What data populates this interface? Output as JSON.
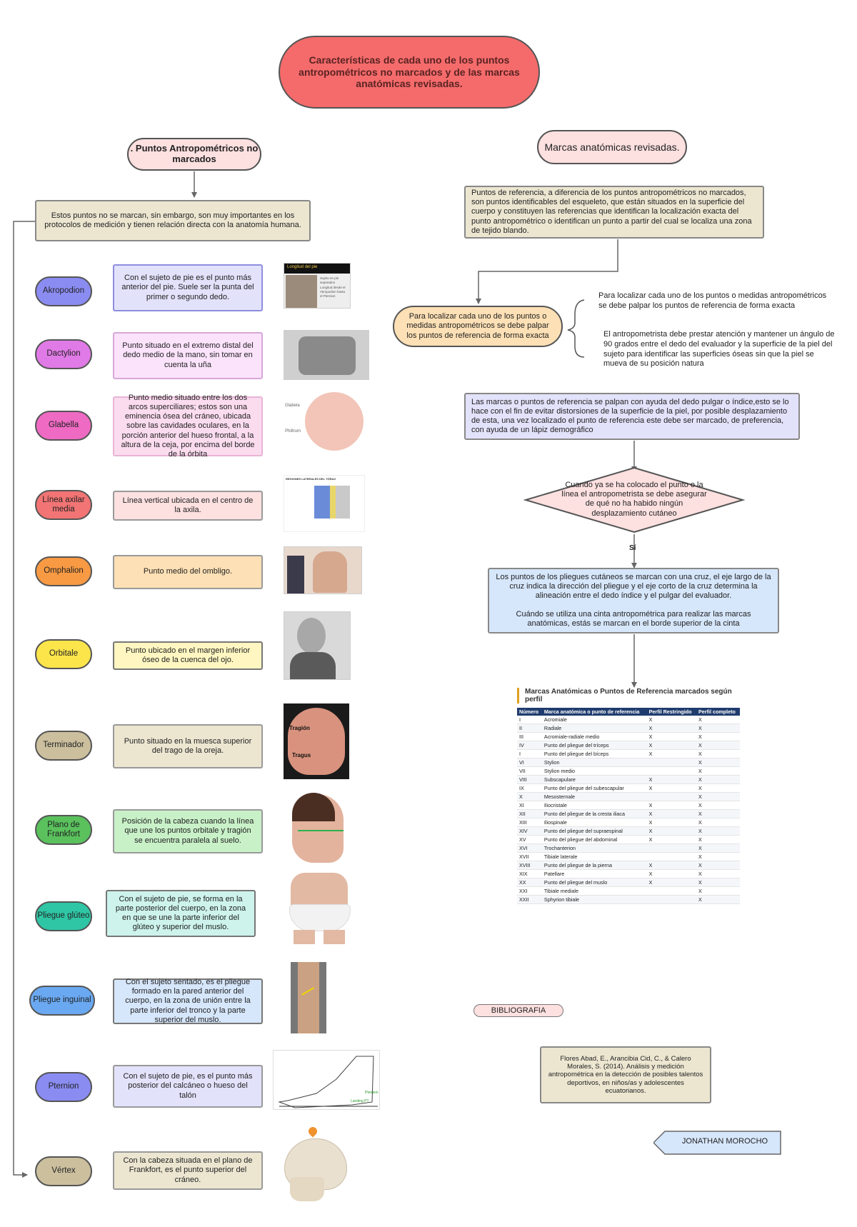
{
  "title": "Características de cada uno de los puntos antropométricos no marcados y de las marcas anatómicas revisadas.",
  "left": {
    "header": ". Puntos Antropométricos no marcados",
    "intro": "Estos puntos no se marcan, sin embargo, son muy importantes en los protocolos de medición y tienen relación directa con la anatomía humana.",
    "items": [
      {
        "name": "Akropodion",
        "desc": "Con el sujeto de pie es el punto más anterior del pie. Suele ser la punta del primer o segundo dedo.",
        "pill_color": "#8b8cf2",
        "box_color": "#e3e2fb",
        "box_border": "#8d8de0"
      },
      {
        "name": "Dactylion",
        "desc": "Punto situado en el extremo distal del dedo medio de la mano, sin tomar en cuenta la uña",
        "pill_color": "#e07ae6",
        "box_color": "#fbe3fb",
        "box_border": "#d7a7d9"
      },
      {
        "name": "Glabella",
        "desc": "Punto medio situado entre los dos arcos superciliares; estos son una eminencia ósea del cráneo, ubicada sobre las cavidades oculares, en la porción anterior del hueso frontal, a la altura de la ceja, por encima del borde de la órbita",
        "pill_color": "#ef6ac3",
        "box_color": "#fbdcef",
        "box_border": "#e8b4d6"
      },
      {
        "name": "Línea axilar media",
        "desc": "Línea vertical ubicada en el centro de la axila.",
        "pill_color": "#f27474",
        "box_color": "#fde0e0",
        "box_border": "#999999"
      },
      {
        "name": "Omphalion",
        "desc": "Punto medio del ombligo.",
        "pill_color": "#f89a43",
        "box_color": "#fde0b5",
        "box_border": "#999999"
      },
      {
        "name": "Orbitale",
        "desc": "Punto ubicado en el margen inferior óseo de la cuenca del ojo.",
        "pill_color": "#fce54b",
        "box_color": "#fff6c1",
        "box_border": "#777777"
      },
      {
        "name": "Terminador",
        "desc": "Punto situado en la muesca superior del trago de la oreja.",
        "pill_color": "#cbbf9e",
        "box_color": "#ece6d1",
        "box_border": "#999999"
      },
      {
        "name": "Plano de Frankfort",
        "desc": "Posición de la cabeza cuando la línea que une los puntos orbitale y tragión se encuentra paralela al suelo.",
        "pill_color": "#5ac15d",
        "box_color": "#c9f1c8",
        "box_border": "#999999"
      },
      {
        "name": "Pliegue glúteo",
        "desc": "Con el sujeto de pie, se forma en la parte posterior del cuerpo, en la zona en que se une la parte inferior del glúteo y superior del muslo.",
        "pill_color": "#2fc6a5",
        "box_color": "#cdf3ec",
        "box_border": "#777777"
      },
      {
        "name": "Pliegue inguinal",
        "desc": "Con el sujeto sentado, es el pliegue formado en la pared anterior del cuerpo, en la zona de unión entre la parte inferior del tronco y la parte superior del muslo.",
        "pill_color": "#6aa9f2",
        "box_color": "#d6e6fb",
        "box_border": "#777777"
      },
      {
        "name": "Pternion",
        "desc": "Con el sujeto de pie, es el punto más posterior del calcáneo o hueso del talón",
        "pill_color": "#8a8cf2",
        "box_color": "#e3e2fb",
        "box_border": "#999999"
      },
      {
        "name": "Vértex",
        "desc": "Con la cabeza situada en el plano de Frankfort, es el punto superior del cráneo.",
        "pill_color": "#cbbf9e",
        "box_color": "#ece6d1",
        "box_border": "#999999"
      }
    ],
    "images": {
      "akropodion": {
        "caption": "Longitud del pie",
        "bullets": [
          "Sujeto en pie",
          "separados",
          "Longitud desde el",
          "Akropodion hasta",
          "el Pternion"
        ]
      },
      "glabella": {
        "label1": "Glabela",
        "label2": "Philtrum"
      },
      "axilar": {
        "caption": "REGIONES LATERALES DEL TÓRAX"
      },
      "terminador": {
        "label1": "Tragión",
        "label2": "Tragus"
      },
      "pternion": {
        "label1": "Pternion",
        "label2": "Landing PT"
      }
    }
  },
  "right": {
    "header": "Marcas anatómicas revisadas.",
    "intro": "Puntos de referencia, a diferencia de los puntos antropométricos no marcados, son puntos identificables del esqueleto, que están situados en la superficie del cuerpo y constituyen las referencias que identifican la localización exacta del punto antropométrico o identifican un punto a partir del cual se localiza una zona de tejido blando.",
    "localizar": "Para localizar cada uno de los puntos o medidas antropométricos se debe palpar los puntos de referencia de forma exacta",
    "brace_text1": "Para localizar cada uno de los puntos o medidas antropométricos se debe palpar los puntos de referencia de forma exacta",
    "brace_text2": "El antropometrista debe prestar atención y mantener un ángulo de 90 grados entre el dedo del evaluador y la superficie de la piel del sujeto para identificar las superficies óseas sin que la piel se mueva de su posición natura",
    "palpan": "Las marcas o puntos de referencia se palpan con ayuda del dedo pulgar o índice,esto se lo hace con el fin de evitar distorsiones de la superficie de la piel, por posible desplazamiento de esta, una vez localizado el punto de referencia este debe ser marcado, de preferencia, con ayuda de un lápiz demográfico",
    "decision": "Cuando ya se ha colocado el punto o la línea el antropometrista se debe asegurar de qué no ha habido ningún desplazamiento cutáneo",
    "yes_label": "Sí",
    "pliegues_p1": "Los puntos de los pliegues cutáneos se marcan con una cruz, el eje largo de la cruz indica la dirección del pliegue y el eje corto de la cruz determina la alineación entre el dedo índice y el pulgar del evaluador.",
    "pliegues_p2": "Cuándo se utiliza una cinta antropométrica para realizar las marcas anatómicas, estás se marcan en el borde superior de la cinta"
  },
  "table": {
    "title": "Marcas Anatómicas o Puntos de Referencia marcados según perfil",
    "headers": [
      "Número",
      "Marca anatómica o punto de referencia",
      "Perfil Restringido",
      "Perfil completo"
    ],
    "rows": [
      [
        "I",
        "Acromiale",
        "X",
        "X"
      ],
      [
        "II",
        "Radiale",
        "X",
        "X"
      ],
      [
        "III",
        "Acromiale-radiale medio",
        "X",
        "X"
      ],
      [
        "IV",
        "Punto del pliegue del tríceps",
        "X",
        "X"
      ],
      [
        "I",
        "Punto del pliegue del bíceps",
        "X",
        "X"
      ],
      [
        "VI",
        "Stylion",
        "",
        "X"
      ],
      [
        "VII",
        "Stylion medio",
        "",
        "X"
      ],
      [
        "VIII",
        "Subscapulare",
        "X",
        "X"
      ],
      [
        "IX",
        "Punto del pliegue del subescapular",
        "X",
        "X"
      ],
      [
        "X",
        "Mesosternale",
        "",
        "X"
      ],
      [
        "XI",
        "Iliocristale",
        "X",
        "X"
      ],
      [
        "XII",
        "Punto del pliegue de la cresta iliaca",
        "X",
        "X"
      ],
      [
        "XIII",
        "Iliospinale",
        "X",
        "X"
      ],
      [
        "XIV",
        "Punto del pliegue del supraespinal",
        "X",
        "X"
      ],
      [
        "XV",
        "Punto del pliegue del abdominal",
        "X",
        "X"
      ],
      [
        "XVI",
        "Trochanterion",
        "",
        "X"
      ],
      [
        "XVII",
        "Tibiale laterale",
        "",
        "X"
      ],
      [
        "XVIII",
        "Punto del pliegue de la pierna",
        "X",
        "X"
      ],
      [
        "XIX",
        "Patellare",
        "X",
        "X"
      ],
      [
        "XX",
        "Punto del pliegue del muslo",
        "X",
        "X"
      ],
      [
        "XXI",
        "Tibiale mediale",
        "",
        "X"
      ],
      [
        "XXII",
        "Sphyrion tibiale",
        "",
        "X"
      ]
    ]
  },
  "bibliography": {
    "label": "BIBLIOGRAFIA",
    "text": "Flores Abad, E., Arancibia Cid, C., & Calero Morales, S. (2014). Análisis y medición antropométrica en la detección de posibles talentos deportivos, en niños/as y adolescentes ecuatorianos."
  },
  "author": "JONATHAN MOROCHO",
  "colors": {
    "title_fill": "#f56b6b",
    "header_fill": "#fde0e0",
    "intro_fill": "#ece6d1",
    "localizar_fill": "#fde0b5",
    "palpan_fill": "#e3e2fb",
    "decision_fill": "#fde0e0",
    "pliegues_fill": "#d6e6fb",
    "connector": "#666666"
  }
}
